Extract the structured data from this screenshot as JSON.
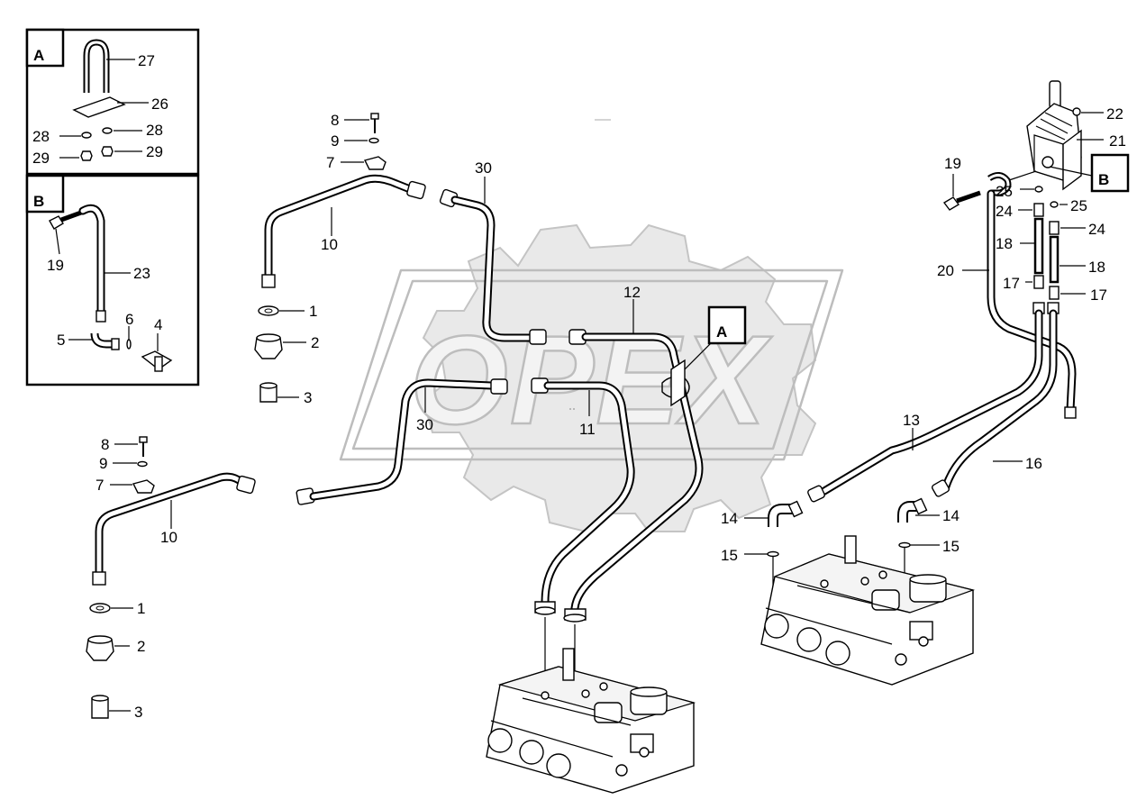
{
  "watermark": {
    "brand": "OPEX"
  },
  "detail_a": {
    "letter": "A",
    "parts": [
      "27",
      "26",
      "28",
      "28",
      "29",
      "29"
    ]
  },
  "detail_b": {
    "letter": "B",
    "parts": [
      "19",
      "23",
      "5",
      "6",
      "4"
    ]
  },
  "callouts": {
    "left_upper": [
      "8",
      "9",
      "7",
      "10",
      "1",
      "2",
      "3"
    ],
    "left_lower": [
      "8",
      "9",
      "7",
      "10",
      "1",
      "2",
      "3"
    ],
    "center": [
      "30",
      "30",
      "12",
      "11",
      "A"
    ],
    "right": [
      "22",
      "21",
      "B",
      "19",
      "25",
      "25",
      "24",
      "24",
      "18",
      "18",
      "20",
      "17",
      "17",
      "13",
      "16",
      "14",
      "14",
      "15",
      "15"
    ]
  },
  "colors": {
    "ink": "#000000",
    "watermark": "#bdbdbd",
    "paper": "#ffffff"
  }
}
